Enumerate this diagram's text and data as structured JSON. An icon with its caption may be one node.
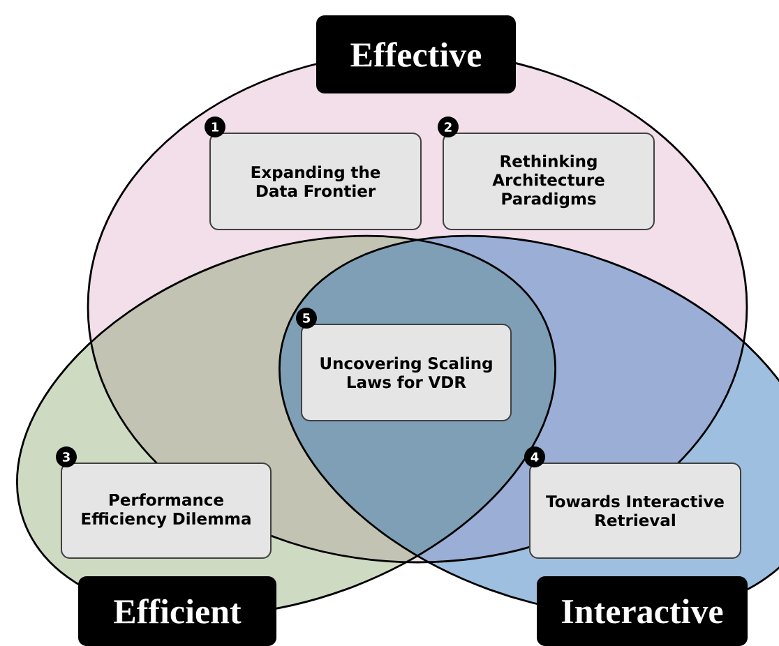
{
  "diagram": {
    "nodes": [
      {
        "text": [
          "Effective"
        ]
      },
      {
        "text": [
          "Expanding the Data Frontier"
        ],
        "beside": [
          "1"
        ]
      },
      {
        "text": [
          "Rethinking Architecture Paradigms"
        ],
        "beside": [
          "2"
        ]
      },
      {
        "text": [
          "Uncovering Scaling Laws for VDR"
        ],
        "beside": [
          "5"
        ]
      },
      {
        "text": [
          "Performance Efficiency Dilemma"
        ],
        "beside": [
          "3"
        ]
      },
      {
        "text": [
          "Towards Interactive Retrieval"
        ],
        "beside": [
          "4"
        ]
      },
      {
        "text": [
          "Efficient"
        ]
      },
      {
        "text": [
          "Interactive"
        ]
      }
    ],
    "edges": []
  }
}
